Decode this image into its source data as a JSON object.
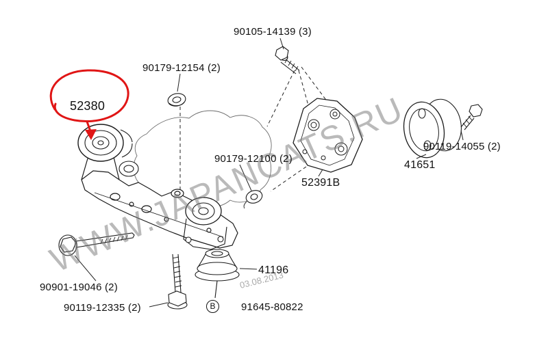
{
  "diagram": {
    "background_color": "#ffffff",
    "line_color": "#1a1a1a",
    "highlight_color": "#e01515",
    "watermark_text": "WWW.JAPANCATS.RU",
    "date_stamp": "03.08.2013",
    "circled_marker": "B",
    "highlighted_part": "52380",
    "labels": [
      {
        "text": "90105-14139 (3)"
      },
      {
        "text": "90179-12154 (2)"
      },
      {
        "text": "52380"
      },
      {
        "text": "90179-12100 (2)"
      },
      {
        "text": "52391B"
      },
      {
        "text": "41651"
      },
      {
        "text": "90119-14055 (2)"
      },
      {
        "text": "90901-19046 (2)"
      },
      {
        "text": "90119-12335 (2)"
      },
      {
        "text": "41196"
      },
      {
        "text": "91645-80822"
      }
    ]
  }
}
